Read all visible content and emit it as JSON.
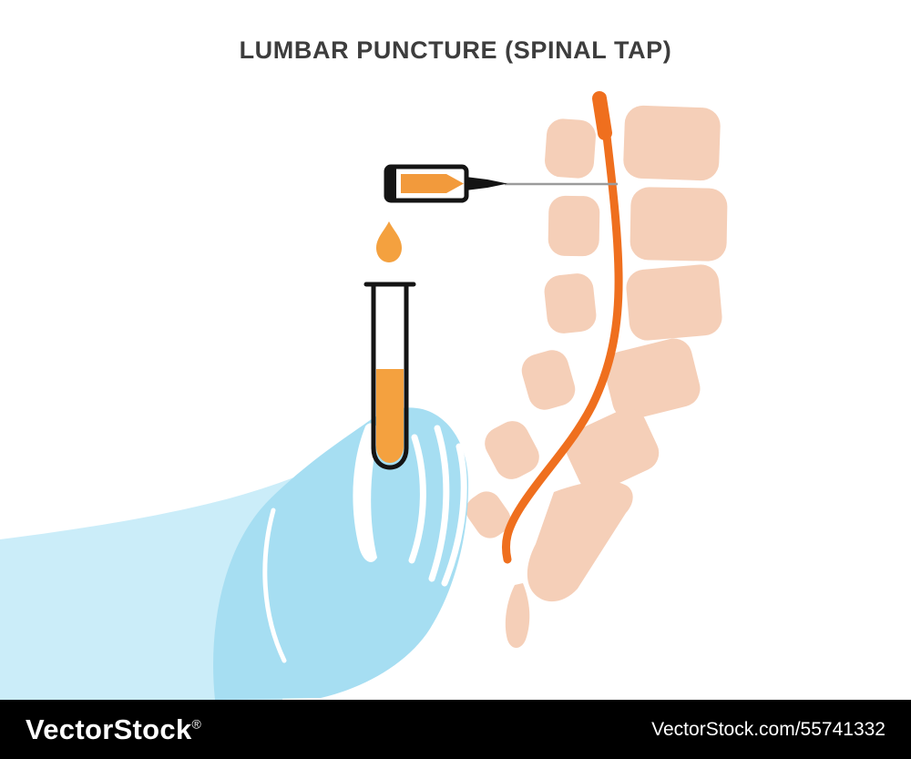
{
  "page": {
    "title": "LUMBAR PUNCTURE (SPINAL TAP)"
  },
  "illustration": {
    "description": "Lumbar puncture procedure: needle in lumbar spinal canal, cerebrospinal fluid droplet, sample test tube held by a gloved hand",
    "parts": {
      "spine": "lumbar spine side view",
      "spinal_canal": "spinal canal with cerebrospinal fluid",
      "syringe": "collection vial with needle",
      "droplet": "cerebrospinal fluid droplet",
      "test_tube": "test tube with fluid sample",
      "glove": "hand in medical glove",
      "sleeve": "medical gown sleeve"
    },
    "colors": {
      "vertebrae": "#f5cfb8",
      "spinal_canal": "#ef6f1e",
      "fluid_orange": "#f4a13f",
      "syringe_fluid": "#f29a3c",
      "glove_blue": "#a6def2",
      "sleeve_blue": "#cbedf9",
      "outline_black": "#141414",
      "needle_gray": "#9b9b9b",
      "title_color": "#3d3d3d"
    }
  },
  "footer": {
    "brand_name": "VectorStock",
    "brand_mark": "®",
    "credit": "VectorStock.com/55741332"
  }
}
